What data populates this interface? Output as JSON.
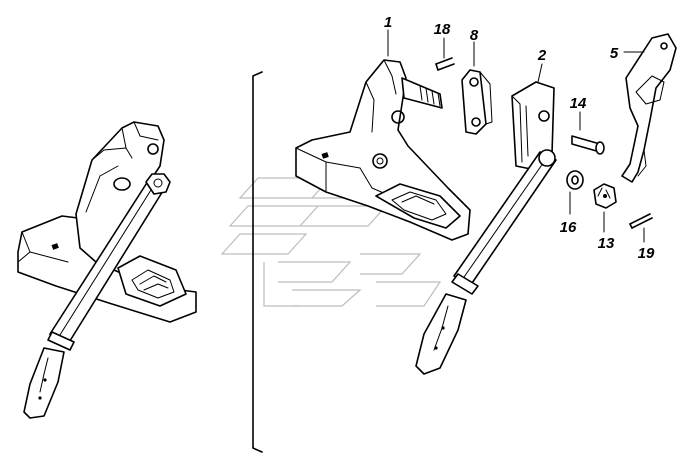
{
  "diagram": {
    "labels": [
      "1",
      "18",
      "8",
      "2",
      "5",
      "14",
      "16",
      "13",
      "19"
    ],
    "parts": [
      "assembled-latch-lever",
      "hinge-bracket",
      "pin",
      "plate",
      "lever-bracket",
      "hook",
      "bolt",
      "washer",
      "castle-nut",
      "cotter-pin"
    ]
  }
}
